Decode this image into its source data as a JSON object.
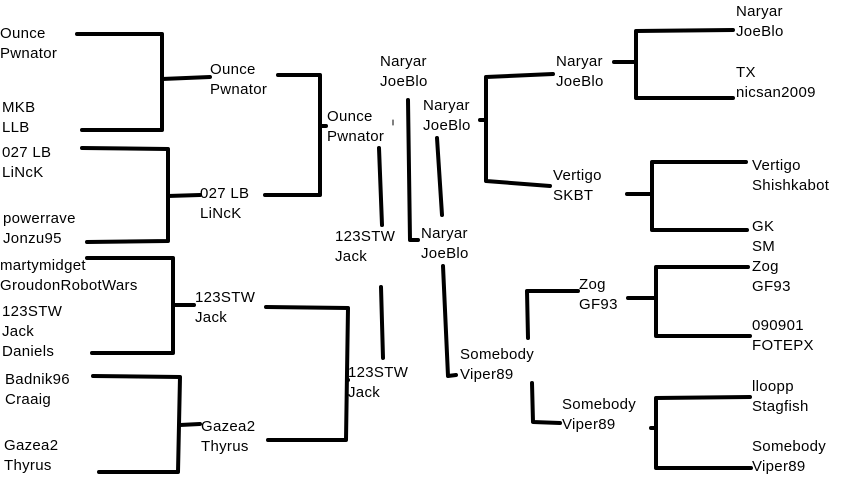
{
  "title": "Tournament bracket",
  "colors": {
    "line": "#000000",
    "background": "#ffffff",
    "text": "#000000"
  },
  "labels": [
    {
      "id": "l1",
      "lines": [
        "Ounce",
        "Pwnator"
      ]
    },
    {
      "id": "l2",
      "lines": [
        "MKB",
        "LLB"
      ]
    },
    {
      "id": "l3",
      "lines": [
        "027 LB",
        "LiNcK"
      ]
    },
    {
      "id": "l4",
      "lines": [
        "powerrave",
        "Jonzu95"
      ]
    },
    {
      "id": "l5",
      "lines": [
        "martymidget",
        "GroudonRobotWars"
      ]
    },
    {
      "id": "l6",
      "lines": [
        "123STW",
        "Jack",
        "Daniels"
      ]
    },
    {
      "id": "l7",
      "lines": [
        "Badnik96",
        "Craaig"
      ]
    },
    {
      "id": "l8",
      "lines": [
        "Gazea2",
        "Thyrus"
      ]
    },
    {
      "id": "l9",
      "lines": [
        "Ounce",
        "Pwnator"
      ]
    },
    {
      "id": "l10",
      "lines": [
        "027 LB",
        "LiNcK"
      ]
    },
    {
      "id": "l11",
      "lines": [
        "123STW",
        "Jack"
      ]
    },
    {
      "id": "l12",
      "lines": [
        "Gazea2",
        "Thyrus"
      ]
    },
    {
      "id": "l13",
      "lines": [
        "Ounce",
        "Pwnator"
      ]
    },
    {
      "id": "l14",
      "lines": [
        "123STW",
        "Jack"
      ]
    },
    {
      "id": "l15",
      "lines": [
        "123STW",
        "Jack"
      ]
    },
    {
      "id": "l16",
      "lines": [
        "Naryar",
        "JoeBlo"
      ]
    },
    {
      "id": "l17",
      "lines": [
        "Naryar",
        "JoeBlo"
      ]
    },
    {
      "id": "l18",
      "lines": [
        "Naryar",
        "JoeBlo"
      ]
    },
    {
      "id": "l19",
      "lines": [
        "Somebody",
        "Viper89"
      ]
    },
    {
      "id": "l20",
      "lines": [
        "Naryar",
        "JoeBlo"
      ]
    },
    {
      "id": "l21",
      "lines": [
        "Vertigo",
        "SKBT"
      ]
    },
    {
      "id": "l22",
      "lines": [
        "Zog",
        "GF93"
      ]
    },
    {
      "id": "l23",
      "lines": [
        "Somebody",
        "Viper89"
      ]
    },
    {
      "id": "l24",
      "lines": [
        "Naryar",
        "JoeBlo"
      ]
    },
    {
      "id": "l25",
      "lines": [
        "TX",
        "nicsan2009"
      ]
    },
    {
      "id": "l26",
      "lines": [
        "Vertigo",
        "Shishkabot"
      ]
    },
    {
      "id": "l27",
      "lines": [
        "GK",
        "SM"
      ]
    },
    {
      "id": "l28",
      "lines": [
        "Zog",
        "GF93"
      ]
    },
    {
      "id": "l29",
      "lines": [
        "090901",
        "FOTEPX"
      ]
    },
    {
      "id": "l30",
      "lines": [
        "lloopp",
        "Stagfish"
      ]
    },
    {
      "id": "l31",
      "lines": [
        "Somebody",
        "Viper89"
      ]
    }
  ]
}
